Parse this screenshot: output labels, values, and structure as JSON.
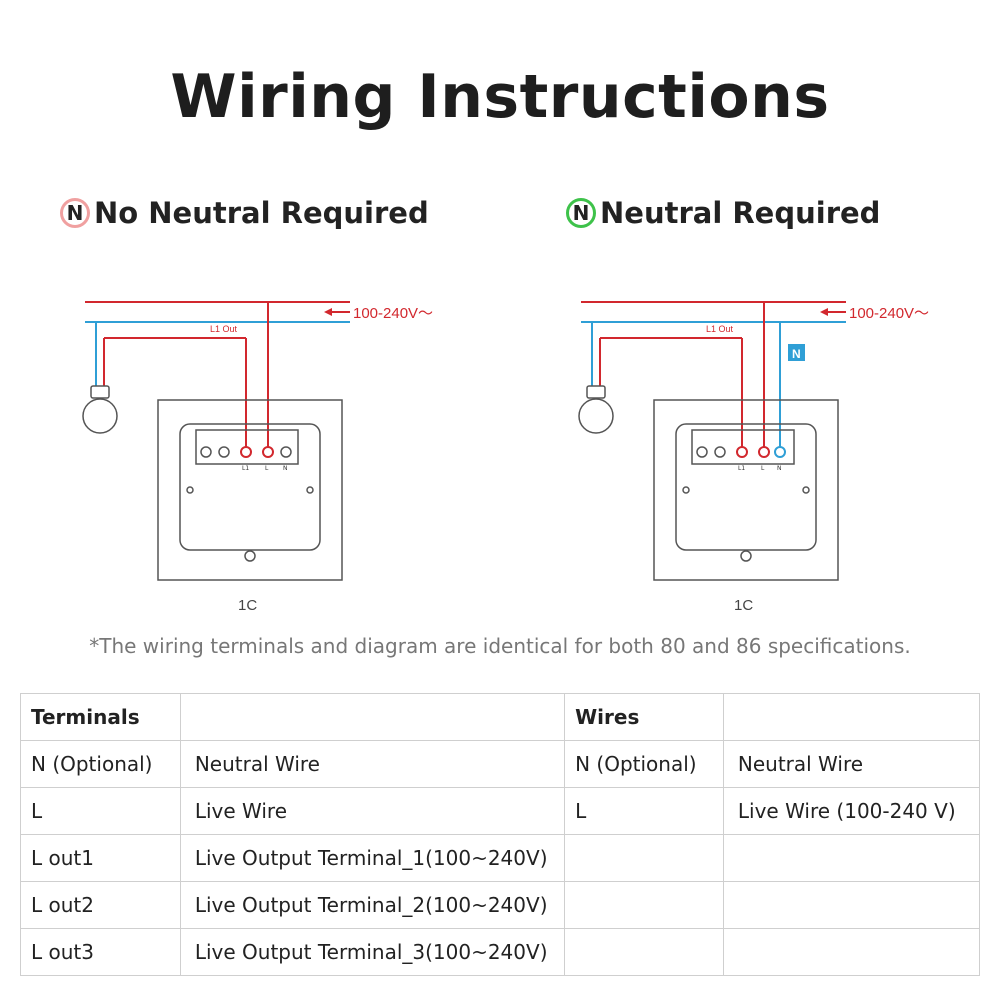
{
  "title": "Wiring Instructions",
  "sections": {
    "left": {
      "badge": "N",
      "heading": "No Neutral Required",
      "badge_color": "#f0a0a0"
    },
    "right": {
      "badge": "N",
      "heading": "Neutral Required",
      "badge_color": "#3ec24a"
    }
  },
  "diagram": {
    "voltage_label": "100-240V～",
    "l1_out_label": "L1 Out",
    "terminal_labels": [
      "L1",
      "L",
      "N"
    ],
    "neutral_tag": "N",
    "model_label": "1C",
    "colors": {
      "live": "#d2282e",
      "neutral": "#2f9fd6",
      "body": "#555555"
    }
  },
  "footnote": "*The wiring terminals and diagram are identical for both 80 and 86 specifications.",
  "table": {
    "left_header": "Terminals",
    "right_header": "Wires",
    "left_rows": [
      [
        "N (Optional)",
        "Neutral Wire"
      ],
      [
        "L",
        "Live Wire"
      ],
      [
        "L out1",
        "Live Output Terminal_1(100~240V)"
      ],
      [
        "L out2",
        "Live Output Terminal_2(100~240V)"
      ],
      [
        "L out3",
        "Live Output Terminal_3(100~240V)"
      ]
    ],
    "right_rows": [
      [
        "N (Optional)",
        "Neutral Wire"
      ],
      [
        "L",
        "Live Wire (100-240 V)"
      ],
      [
        "",
        ""
      ],
      [
        "",
        ""
      ],
      [
        "",
        ""
      ]
    ]
  }
}
